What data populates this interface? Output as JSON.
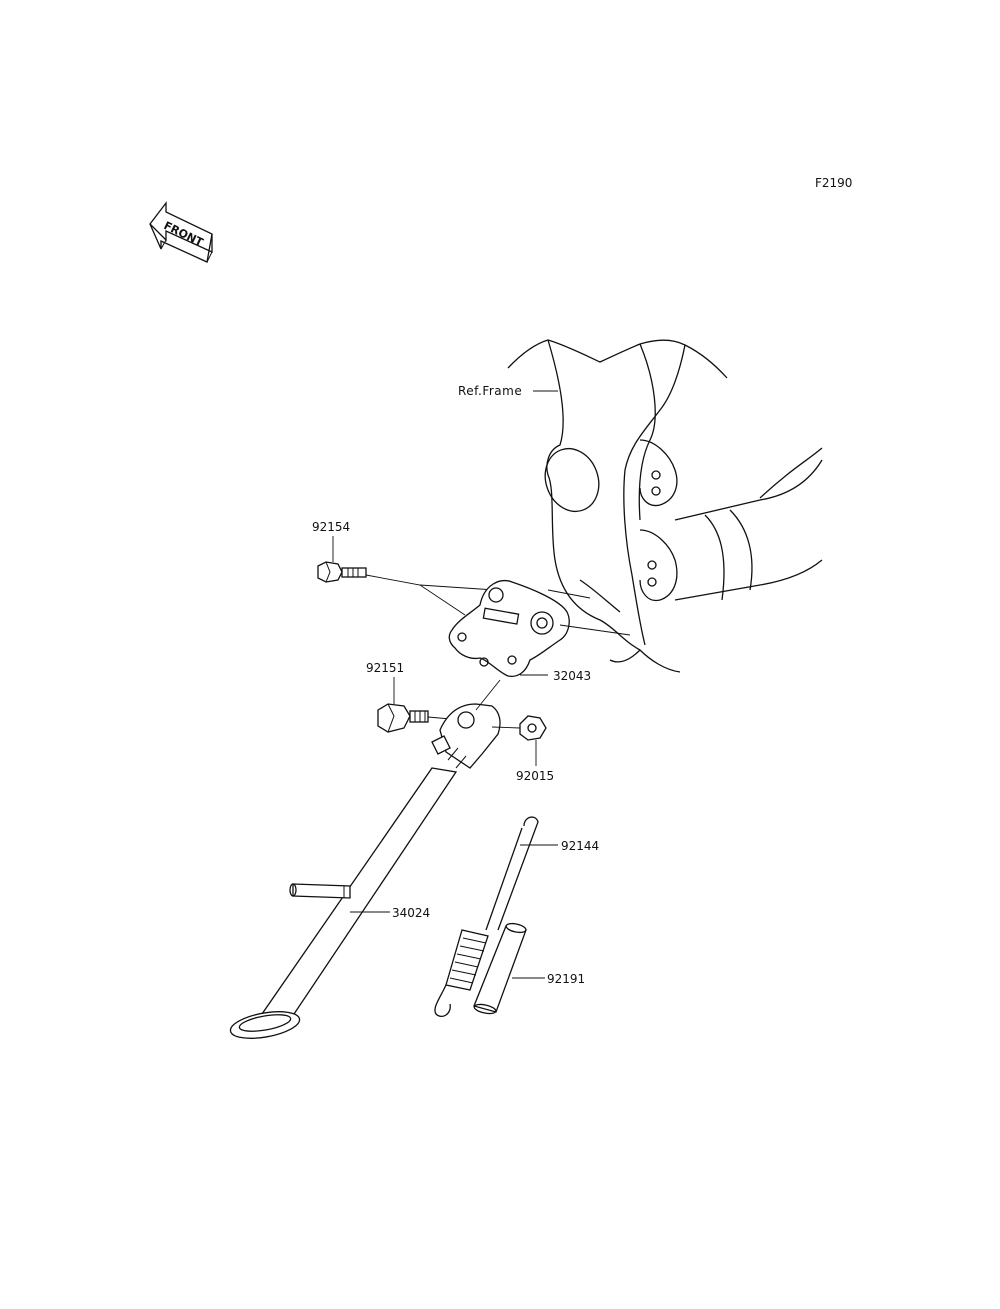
{
  "figure": {
    "code": "F2190",
    "front_badge": "FRONT",
    "reference_label": "Ref.Frame"
  },
  "parts": [
    {
      "number": "92154"
    },
    {
      "number": "32043"
    },
    {
      "number": "92151"
    },
    {
      "number": "92015"
    },
    {
      "number": "92144"
    },
    {
      "number": "34024"
    },
    {
      "number": "92191"
    }
  ]
}
